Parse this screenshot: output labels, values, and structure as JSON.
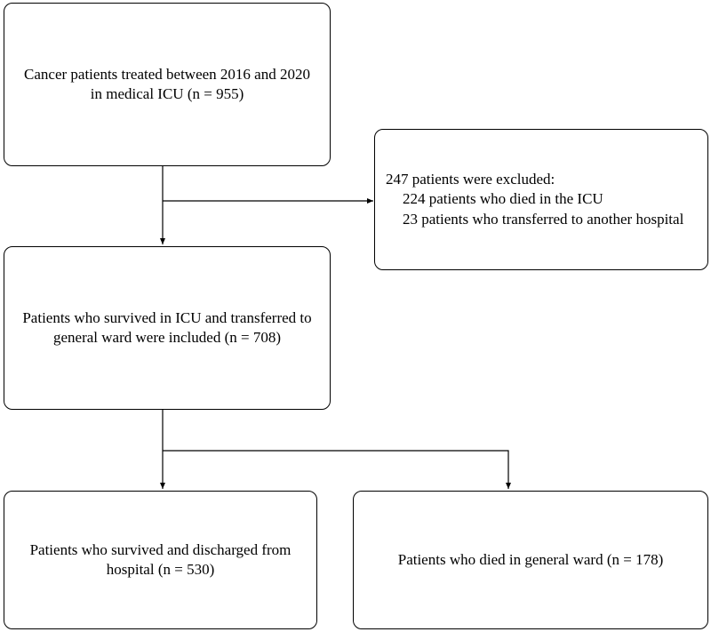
{
  "flowchart": {
    "start": {
      "text": "Cancer patients treated between 2016 and 2020\nin medical ICU (n = 955)"
    },
    "excluded": {
      "heading": "247 patients were excluded:",
      "items": [
        "224 patients who died in the ICU",
        "23 patients who transferred to another hospital"
      ]
    },
    "included": {
      "text": "Patients who survived in ICU and transferred to\ngeneral ward were included (n = 708)"
    },
    "discharged": {
      "text": "Patients who survived and discharged from\nhospital (n = 530)"
    },
    "died": {
      "text": "Patients who died in general ward (n = 178)"
    }
  }
}
